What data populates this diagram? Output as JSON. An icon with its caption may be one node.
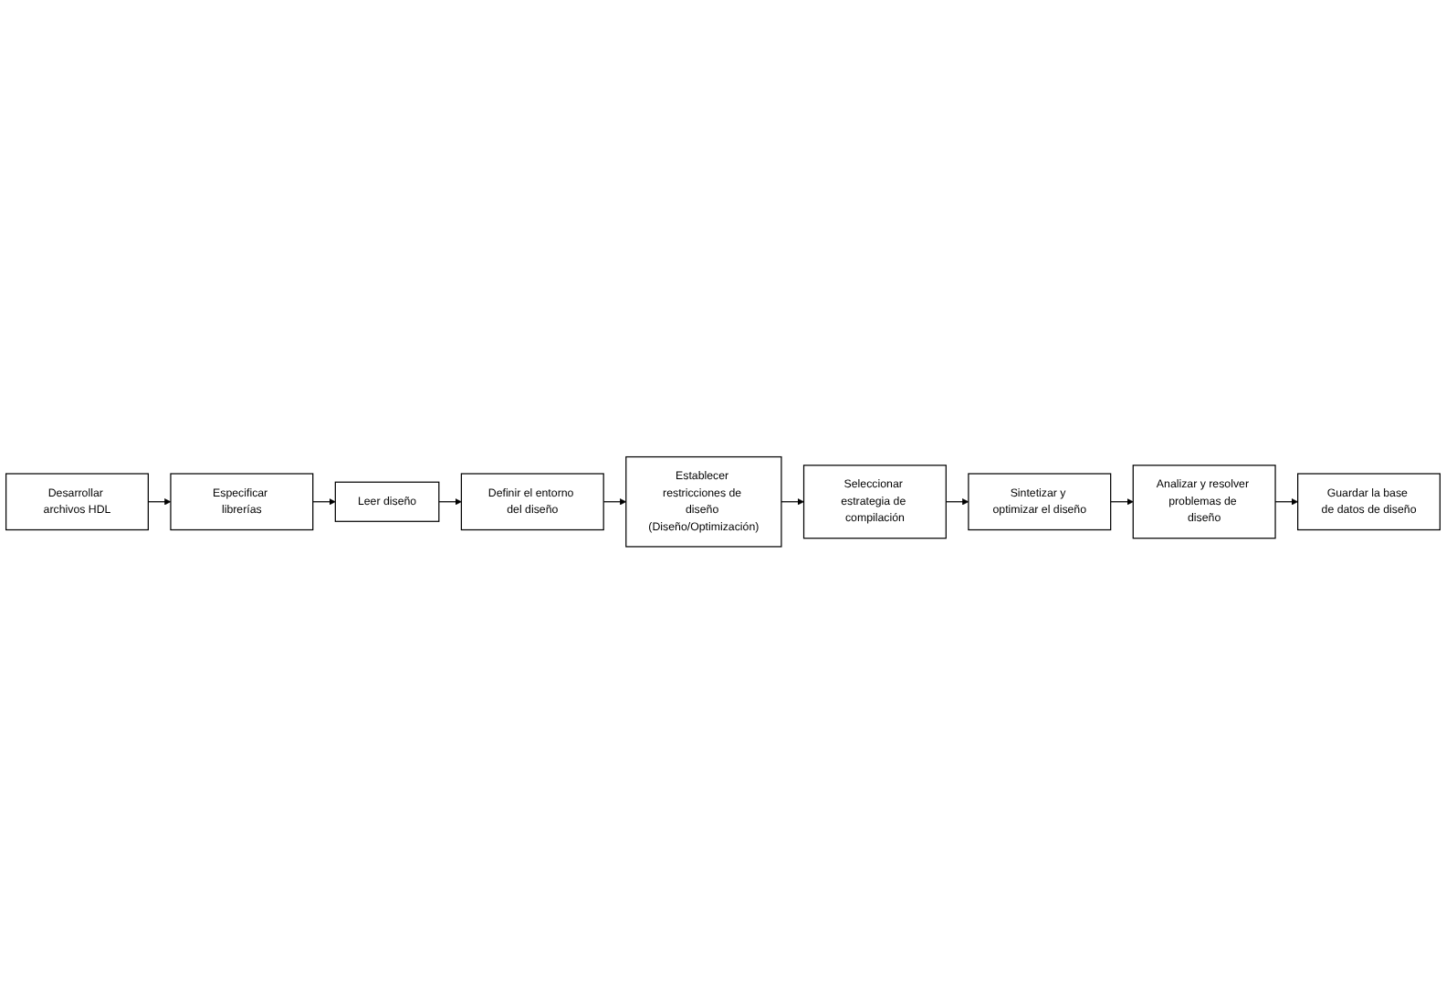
{
  "diagram": {
    "nodes": [
      {
        "text": [
          "Desarrollar archivos HDL"
        ]
      },
      {
        "text": [
          "Especificar librerías"
        ]
      },
      {
        "text": [
          "Leer diseño"
        ]
      },
      {
        "text": [
          "Definir el entorno del diseño"
        ]
      },
      {
        "text": [
          "Establecer restricciones de diseño (Diseño/Optimización)"
        ]
      },
      {
        "text": [
          "Seleccionar estrategia de compilación"
        ]
      },
      {
        "text": [
          "Sintetizar y optimizar el diseño"
        ]
      },
      {
        "text": [
          "Analizar y resolver problemas de diseño"
        ]
      },
      {
        "text": [
          "Guardar la base de datos de diseño"
        ]
      }
    ],
    "edges": [
      {
        "from": 0,
        "to": 1,
        "arrow": "to"
      },
      {
        "from": 1,
        "to": 2,
        "arrow": "to"
      },
      {
        "from": 2,
        "to": 3,
        "arrow": "to"
      },
      {
        "from": 3,
        "to": 4,
        "arrow": "to"
      },
      {
        "from": 4,
        "to": 5,
        "arrow": "to"
      },
      {
        "from": 5,
        "to": 6,
        "arrow": "to"
      },
      {
        "from": 6,
        "to": 7,
        "arrow": "to"
      },
      {
        "from": 7,
        "to": 8,
        "arrow": "to"
      }
    ]
  }
}
